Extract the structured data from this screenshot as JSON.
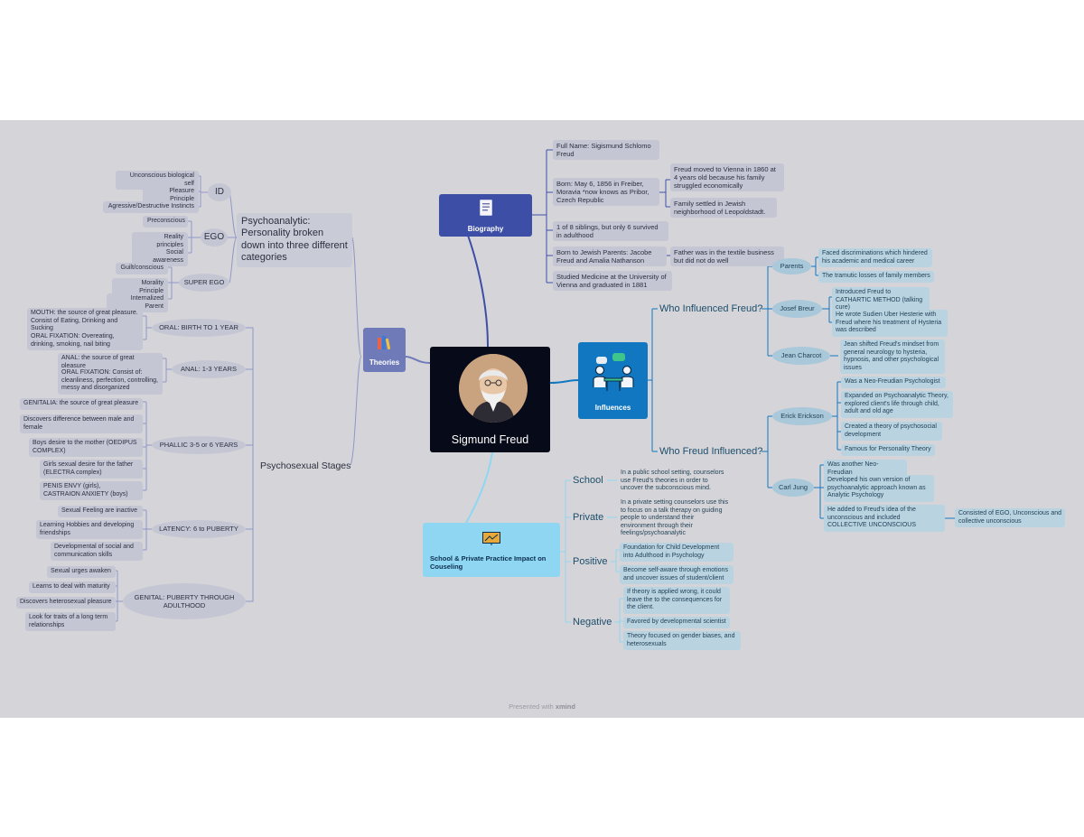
{
  "center": {
    "title": "Sigmund Freud",
    "icon": "freud-portrait"
  },
  "theories": {
    "label": "Theories",
    "psychoanalytic": {
      "label": "Psychoanalytic: Personality broken down into three different categories",
      "id": {
        "label": "ID",
        "items": [
          "Unconscious biological self",
          "Pleasure Principle",
          "Agressive/Destructive Instincts"
        ]
      },
      "ego": {
        "label": "EGO",
        "items": [
          "Preconscious",
          "Reality principles",
          "Social awareness"
        ]
      },
      "superego": {
        "label": "SUPER EGO",
        "items": [
          "Guilt/conscious",
          "Morality Principle",
          "Internalized Parent"
        ]
      }
    },
    "psychosexual": {
      "label": "Psychosexual Stages",
      "oral": {
        "label": "ORAL: BIRTH TO 1 YEAR",
        "items": [
          "MOUTH: the source of great pleasure. Consist of Eating, Drinking and Sucking",
          "ORAL FIXATION: Overeating, drinking, smoking, nail biting"
        ]
      },
      "anal": {
        "label": "ANAL: 1-3 YEARS",
        "items": [
          "ANAL: the source of great pleasure",
          "ORAL FIXATION: Consist of: cleanliness, perfection, controlling, messy and disorganized"
        ]
      },
      "phallic": {
        "label": "PHALLIC 3-5 or 6 YEARS",
        "items": [
          "GENITALIA: the source of great pleasure",
          "Discovers difference between male and female",
          "Boys desire to the mother (OEDIPUS COMPLEX)",
          "Girls sexual desire for the father (ELECTRA complex)",
          "PENIS ENVY (girls), CASTRAION ANXIETY (boys)"
        ]
      },
      "latency": {
        "label": "LATENCY: 6 to PUBERTY",
        "items": [
          "Sexual Feeling are inactive",
          "Learning Hobbies and developing friendships",
          "Developmental of social and communication skills"
        ]
      },
      "genital": {
        "label": "GENITAL: PUBERTY THROUGH ADULTHOOD",
        "items": [
          "Sexual urges awaken",
          "Learns to deal with maturity",
          "Discovers heterosexual pleasure",
          "Look for traits of a long term relationships"
        ]
      }
    }
  },
  "biography": {
    "label": "Biography",
    "items": [
      "Full Name: Sigismund Schlomo Freud",
      "Born: May 6, 1856 in Freiber, Moravia *now knows as Pribor, Czech Republic",
      "1 of 8 siblings, but only 6 survived in adulthood",
      "Born to Jewish Parents: Jacobe Freud and Amalia Nathanson",
      "Studied Medicine at the University of Vienna and graduated in 1881"
    ],
    "born_sub": [
      "Freud moved to Vienna in 1860 at 4 years old because his family struggled economically",
      "Family settled in Jewish neighborhood of Leopoldstadt."
    ],
    "parents_sub": "Father was in the textile business but did not do well"
  },
  "influences": {
    "label": "Influences",
    "who_influenced": {
      "label": "Who Influenced Freud?",
      "parents": {
        "label": "Parents",
        "items": [
          "Faced discriminations which hindered his academic and medical career",
          "The tramutic losses of family members"
        ]
      },
      "breur": {
        "label": "Josef Breur",
        "items": [
          "Introduced Freud to CATHARTIC METHOD (talking cure)",
          "He wrote Sudien Uber Hesterie with Freud where his treatment of Hysteria was described"
        ]
      },
      "charcot": {
        "label": "Jean Charcot",
        "items": [
          "Jean shifted Freud's mindset from general neurology to hysteria, hypnosis, and other psychological issues"
        ]
      }
    },
    "who_freud_influenced": {
      "label": "Who Freud Influenced?",
      "erickson": {
        "label": "Erick Erickson",
        "items": [
          "Was a Neo-Freudian Psychologist",
          "Expanded on Psychoanalytic Theory, explored client's life through child, adult and old age",
          "Created a theory of psychosocial development",
          "Famous for Personality Theory"
        ]
      },
      "jung": {
        "label": "Carl Jung",
        "items": [
          "Was another Neo-Freudian",
          "Developed his own version of psychoanalytic approach known as Analytic Psychology",
          "He added to Freud's idea of the unconscious and included COLLECTIVE UNCONSCIOUS"
        ],
        "sub": "Consisted of EGO, Unconscious and collective unconscious"
      }
    }
  },
  "school": {
    "label": "School & Private Practice Impact on Couseling",
    "school": {
      "label": "School",
      "items": [
        "In a public school setting, counselors use Freud's theories in order to uncover the subconscious mind."
      ]
    },
    "private": {
      "label": "Private",
      "items": [
        "In a private setting counselors use this to focus on a talk therapy on guiding people to understand their environment through their feelings/psychoanalytic"
      ]
    },
    "positive": {
      "label": "Positive",
      "items": [
        "Foundation for Child Development into Adulthood in Psychology",
        "Become self-aware through emotions and uncover issues of student/client"
      ]
    },
    "negative": {
      "label": "Negative",
      "items": [
        "If theory is applied wrong, it could leave the to the consequences for the client.",
        "Favored by developmental scientist",
        "Theory focused on gender biases, and heterosexuals"
      ]
    }
  },
  "footer": {
    "prefix": "Presented with",
    "brand": "xmind"
  },
  "colors": {
    "canvas": "#d5d5d9",
    "theories": "#6f7bb9",
    "biography": "#3d4ea6",
    "influences": "#1177c0",
    "school": "#8fd6f3",
    "center": "#070a18"
  }
}
